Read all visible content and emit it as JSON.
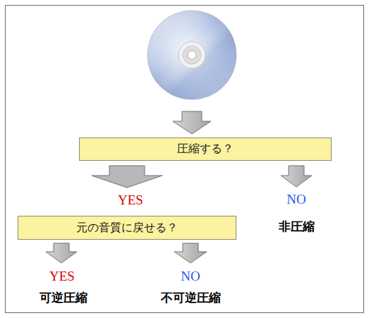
{
  "diagram": {
    "nodes": [
      {
        "text": [
          "圧縮する？"
        ]
      },
      {
        "text": [
          "元の音質に戻せる？"
        ]
      }
    ],
    "edges": [
      {
        "from": 0,
        "to": 1,
        "arrow": "to",
        "label": "YES"
      }
    ],
    "labels": [
      "NO",
      "非圧縮",
      "YES",
      "NO",
      "可逆圧縮",
      "不可逆圧縮"
    ]
  }
}
